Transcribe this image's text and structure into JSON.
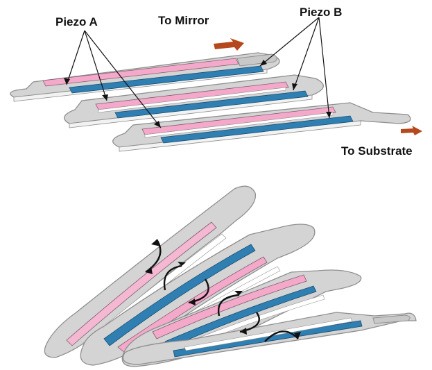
{
  "labels": {
    "piezo_a": "Piezo A",
    "piezo_b": "Piezo B",
    "to_mirror": "To Mirror",
    "to_substrate": "To Substrate"
  },
  "colors": {
    "piezo_a": "#f4a9cb",
    "piezo_b": "#2f7fb2",
    "beam": "#d9d9d9",
    "beam_edge": "#9a9a9a",
    "arrow": "#b5481c",
    "bend_marker": "#111111"
  },
  "icons": {
    "bend_direction": "curved-arrow-icon",
    "motion": "flat-arrow-icon"
  }
}
